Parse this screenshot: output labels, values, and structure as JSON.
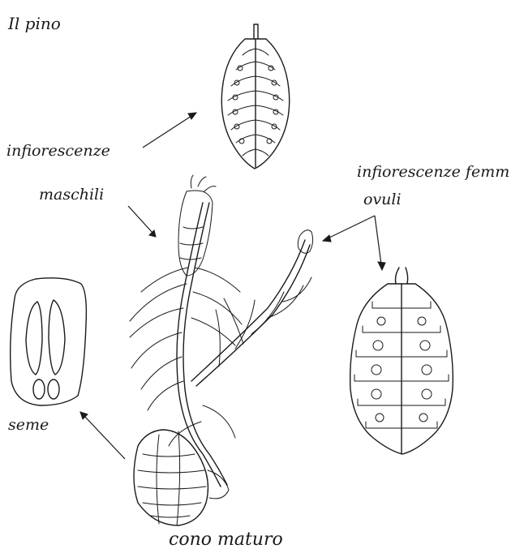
{
  "title": "Il pino",
  "labels": {
    "male_inflorescence_line1": "infiorescenze",
    "male_inflorescence_line2": "maschili",
    "female_inflorescence_line1": "infiorescenze femm",
    "female_inflorescence_line2": "ovuli",
    "seed": "seme",
    "mature_cone": "cono maturo"
  },
  "colors": {
    "ink": "#1a1a1a",
    "paper": "#ffffff"
  }
}
